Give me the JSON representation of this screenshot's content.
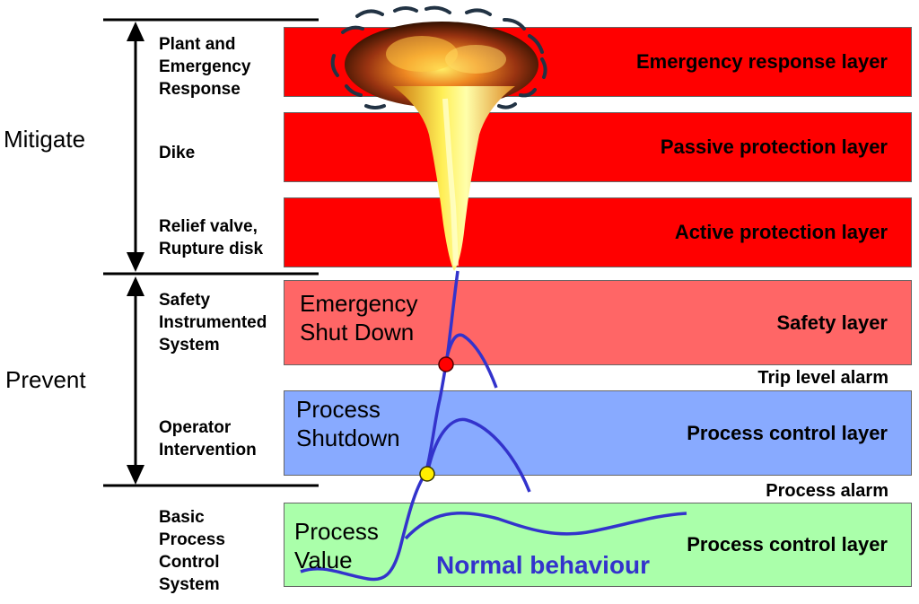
{
  "groups": {
    "mitigate": "Mitigate",
    "prevent": "Prevent"
  },
  "left_labels": {
    "plant": [
      "Plant and",
      "Emergency",
      "Response"
    ],
    "dike": "Dike",
    "relief": [
      "Relief valve,",
      "Rupture disk"
    ],
    "sis": [
      "Safety",
      "Instrumented",
      "System"
    ],
    "operator": [
      "Operator",
      "Intervention"
    ],
    "bpcs": [
      "Basic",
      "Process",
      "Control",
      "System"
    ]
  },
  "layers": {
    "emergency_response": "Emergency response layer",
    "passive_protection": "Passive protection layer",
    "active_protection": "Active protection layer",
    "safety": "Safety layer",
    "process_control_upper": "Process control layer",
    "process_control_lower": "Process control layer"
  },
  "band_titles": {
    "esd": [
      "Emergency",
      "Shut Down"
    ],
    "process_shutdown": [
      "Process",
      "Shutdown"
    ],
    "process_value": [
      "Process",
      "Value"
    ]
  },
  "alarms": {
    "trip": "Trip level alarm",
    "process": "Process alarm"
  },
  "normal_behaviour": "Normal behaviour",
  "colors": {
    "red_layer": "#ff0000",
    "safety_layer": "#ff6666",
    "process_control_blue": "#88aaff",
    "process_control_green": "#aaffaa",
    "curve": "#3333cc",
    "trip_marker": "#ff0000",
    "alarm_marker": "#ffee00"
  }
}
